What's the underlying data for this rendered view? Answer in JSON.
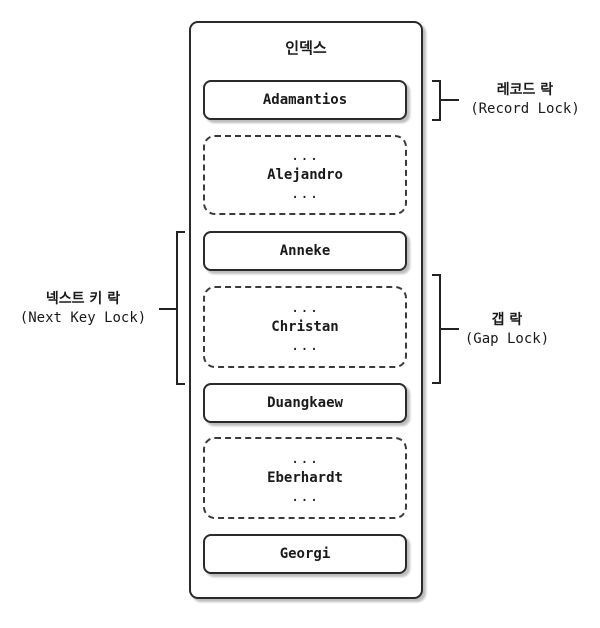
{
  "index": {
    "title": "인덱스",
    "records": [
      "Adamantios",
      "Anneke",
      "Duangkaew",
      "Georgi"
    ],
    "gaps": [
      {
        "top_dots": "...",
        "name": "Alejandro",
        "bottom_dots": "..."
      },
      {
        "top_dots": "...",
        "name": "Christan",
        "bottom_dots": "..."
      },
      {
        "top_dots": "...",
        "name": "Eberhardt",
        "bottom_dots": "..."
      }
    ]
  },
  "labels": {
    "record_lock": {
      "ko": "레코드 락",
      "en": "(Record Lock)"
    },
    "gap_lock": {
      "ko": "갭 락",
      "en": "(Gap Lock)"
    },
    "next_key_lock": {
      "ko": "넥스트 키 락",
      "en": "(Next Key Lock)"
    }
  }
}
